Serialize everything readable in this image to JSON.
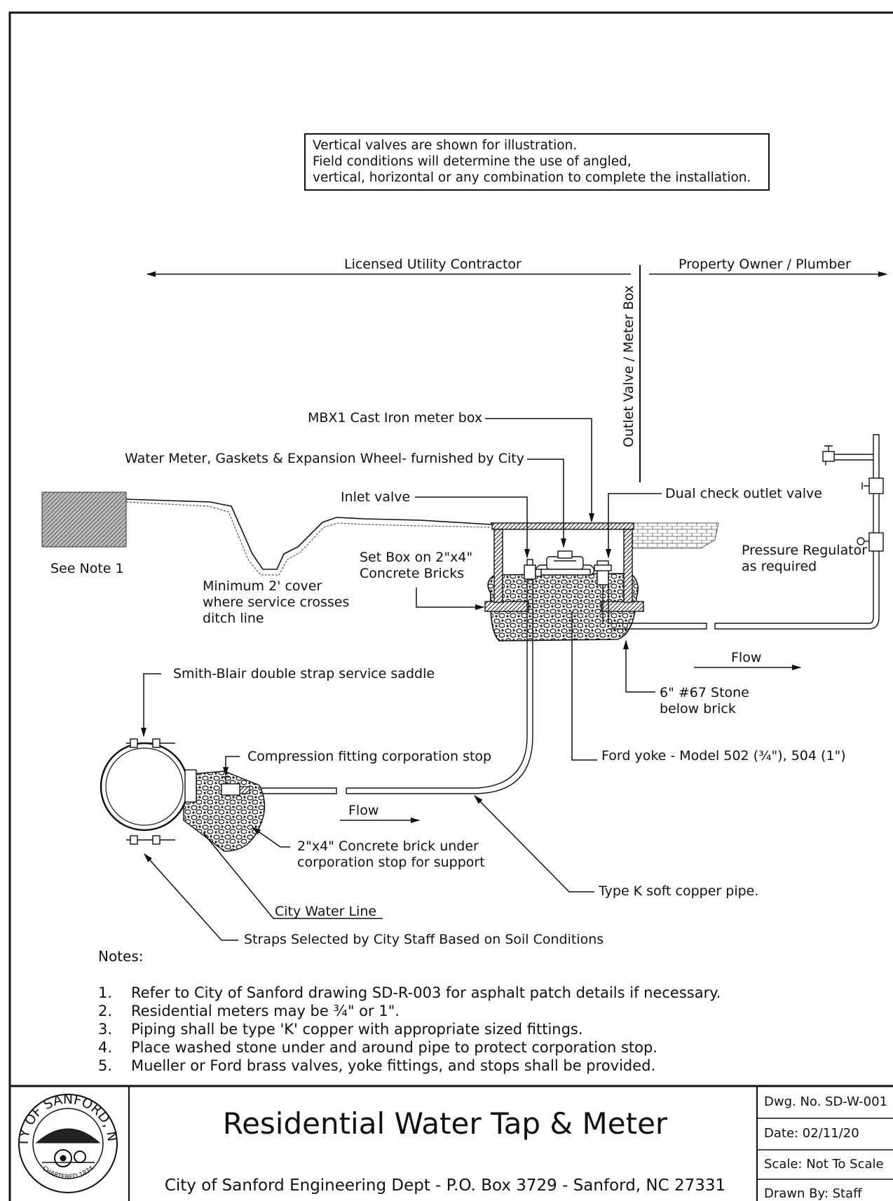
{
  "box_note": {
    "line1": "Vertical valves are shown for illustration.",
    "line2": "Field conditions will determine the use of angled,",
    "line3": "vertical, horizontal or any combination to complete the installation."
  },
  "zones": {
    "left": "Licensed Utility Contractor",
    "right": "Property Owner / Plumber",
    "divider": "Outlet Valve / Meter Box"
  },
  "labels": {
    "meter_box": "MBX1 Cast Iron meter box",
    "water_meter": "Water Meter, Gaskets & Expansion Wheel- furnished by City",
    "inlet_valve": "Inlet valve",
    "dual_check": "Dual check outlet valve",
    "see_note": "See Note 1",
    "set_box_1": "Set Box on 2\"x4\"",
    "set_box_2": "Concrete Bricks",
    "pressure_1": "Pressure Regulator",
    "pressure_2": "as required",
    "cover_1": "Minimum 2' cover",
    "cover_2": "where service crosses",
    "cover_3": "ditch line",
    "flow_upper": "Flow",
    "stone_1": "6\" #67 Stone",
    "stone_2": "below brick",
    "saddle": "Smith-Blair double strap service saddle",
    "corp_stop": "Compression fitting corporation stop",
    "ford_yoke": "Ford yoke - Model 502 (¾\"), 504 (1\")",
    "flow_lower": "Flow",
    "brick_1": "2\"x4\" Concrete brick under",
    "brick_2": "corporation stop for support",
    "copper": "Type K soft copper pipe.",
    "city_line": "City Water Line",
    "straps": "Straps Selected by City Staff Based on Soil Conditions"
  },
  "notes": {
    "title": "Notes:",
    "items": [
      {
        "num": "1.",
        "text": "Refer to City of Sanford drawing SD-R-003 for asphalt patch details if necessary."
      },
      {
        "num": "2.",
        "text": "Residential meters may be ¾\" or 1\"."
      },
      {
        "num": "3.",
        "text": "Piping shall be type 'K' copper with appropriate sized fittings."
      },
      {
        "num": "4.",
        "text": "Place washed stone under and around pipe to protect corporation stop."
      },
      {
        "num": "5.",
        "text": "Mueller or Ford brass valves, yoke fittings, and stops shall be provided."
      }
    ]
  },
  "title_block": {
    "title": "Residential Water Tap & Meter",
    "subtitle": "City of Sanford Engineering Dept - P.O. Box 3729 - Sanford, NC 27331",
    "dwg_no": "Dwg. No. SD-W-001",
    "date": "Date: 02/11/20",
    "scale": "Scale: Not To Scale",
    "drawn_by": "Drawn By: Staff",
    "seal_top": "CITY OF SANFORD, N.C.",
    "seal_bottom": "CHARTERED 1874"
  }
}
